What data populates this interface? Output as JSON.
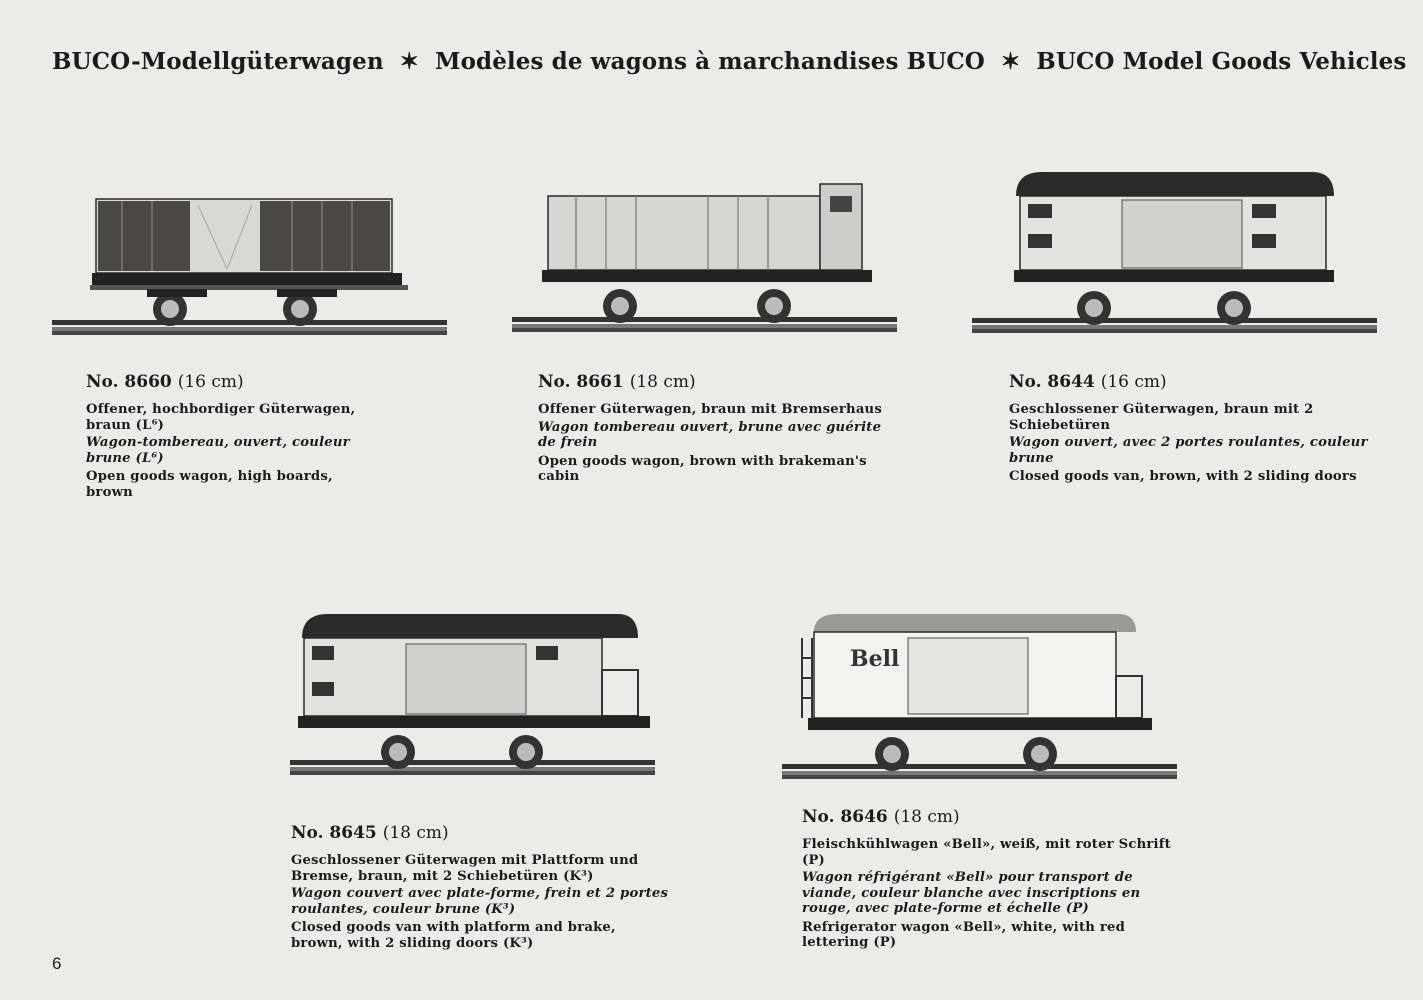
{
  "header": {
    "title_de": "BUCO-Modellgüterwagen",
    "title_fr": "Modèles de wagons à marchandises BUCO",
    "title_en": "BUCO Model Goods Vehicles",
    "separator": "✶"
  },
  "products": [
    {
      "number": "No. 8660",
      "size": "(16 cm)",
      "de": "Offener, hochbordiger Güterwagen, braun (L⁶)",
      "fr": "Wagon-tombereau, ouvert, couleur brune (L⁶)",
      "en": "Open goods wagon, high boards, brown"
    },
    {
      "number": "No. 8661",
      "size": "(18 cm)",
      "de": "Offener Güterwagen, braun mit Bremserhaus",
      "fr": "Wagon tombereau ouvert, brune avec guérite de frein",
      "en": "Open goods wagon, brown with brakeman's cabin"
    },
    {
      "number": "No. 8644",
      "size": "(16 cm)",
      "de": "Geschlossener Güterwagen, braun mit 2 Schiebetüren",
      "fr": "Wagon ouvert, avec 2 portes roulantes, couleur brune",
      "en": "Closed goods van, brown, with 2 sliding doors"
    },
    {
      "number": "No. 8645",
      "size": "(18 cm)",
      "de": "Geschlossener Güterwagen mit Plattform und Bremse, braun, mit 2 Schiebetüren (K³)",
      "fr": "Wagon couvert avec plate-forme, frein et 2 portes roulantes, couleur brune (K³)",
      "en": "Closed goods van with platform and brake, brown, with 2 sliding doors (K³)"
    },
    {
      "number": "No. 8646",
      "size": "(18 cm)",
      "de": "Fleischkühlwagen «Bell», weiß, mit roter Schrift (P)",
      "fr": "Wagon réfrigérant «Bell» pour transport de viande, couleur blanche avec inscriptions en rouge, avec plate-forme et échelle (P)",
      "en": "Refrigerator wagon «Bell», white, with red lettering (P)",
      "logo": "Bell"
    }
  ],
  "page_number": "6"
}
